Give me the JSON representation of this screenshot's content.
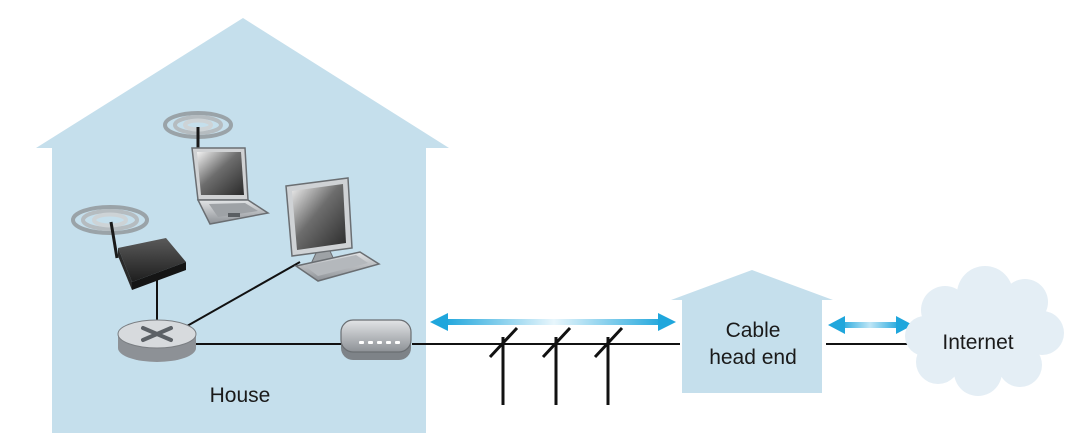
{
  "labels": {
    "house": "House",
    "cable_head_end_line1": "Cable",
    "cable_head_end_line2": "head end",
    "internet": "Internet"
  },
  "colors": {
    "house_fill": "#c5dfec",
    "headend_fill": "#c5dfec",
    "cloud_fill": "#e4eef5",
    "arrow": "#1fa6dc",
    "line": "#111111"
  },
  "icons": [
    "wifi-access-point-icon",
    "laptop-icon",
    "desktop-computer-icon",
    "router-icon",
    "cable-modem-icon",
    "utility-pole-icon",
    "cloud-icon"
  ]
}
